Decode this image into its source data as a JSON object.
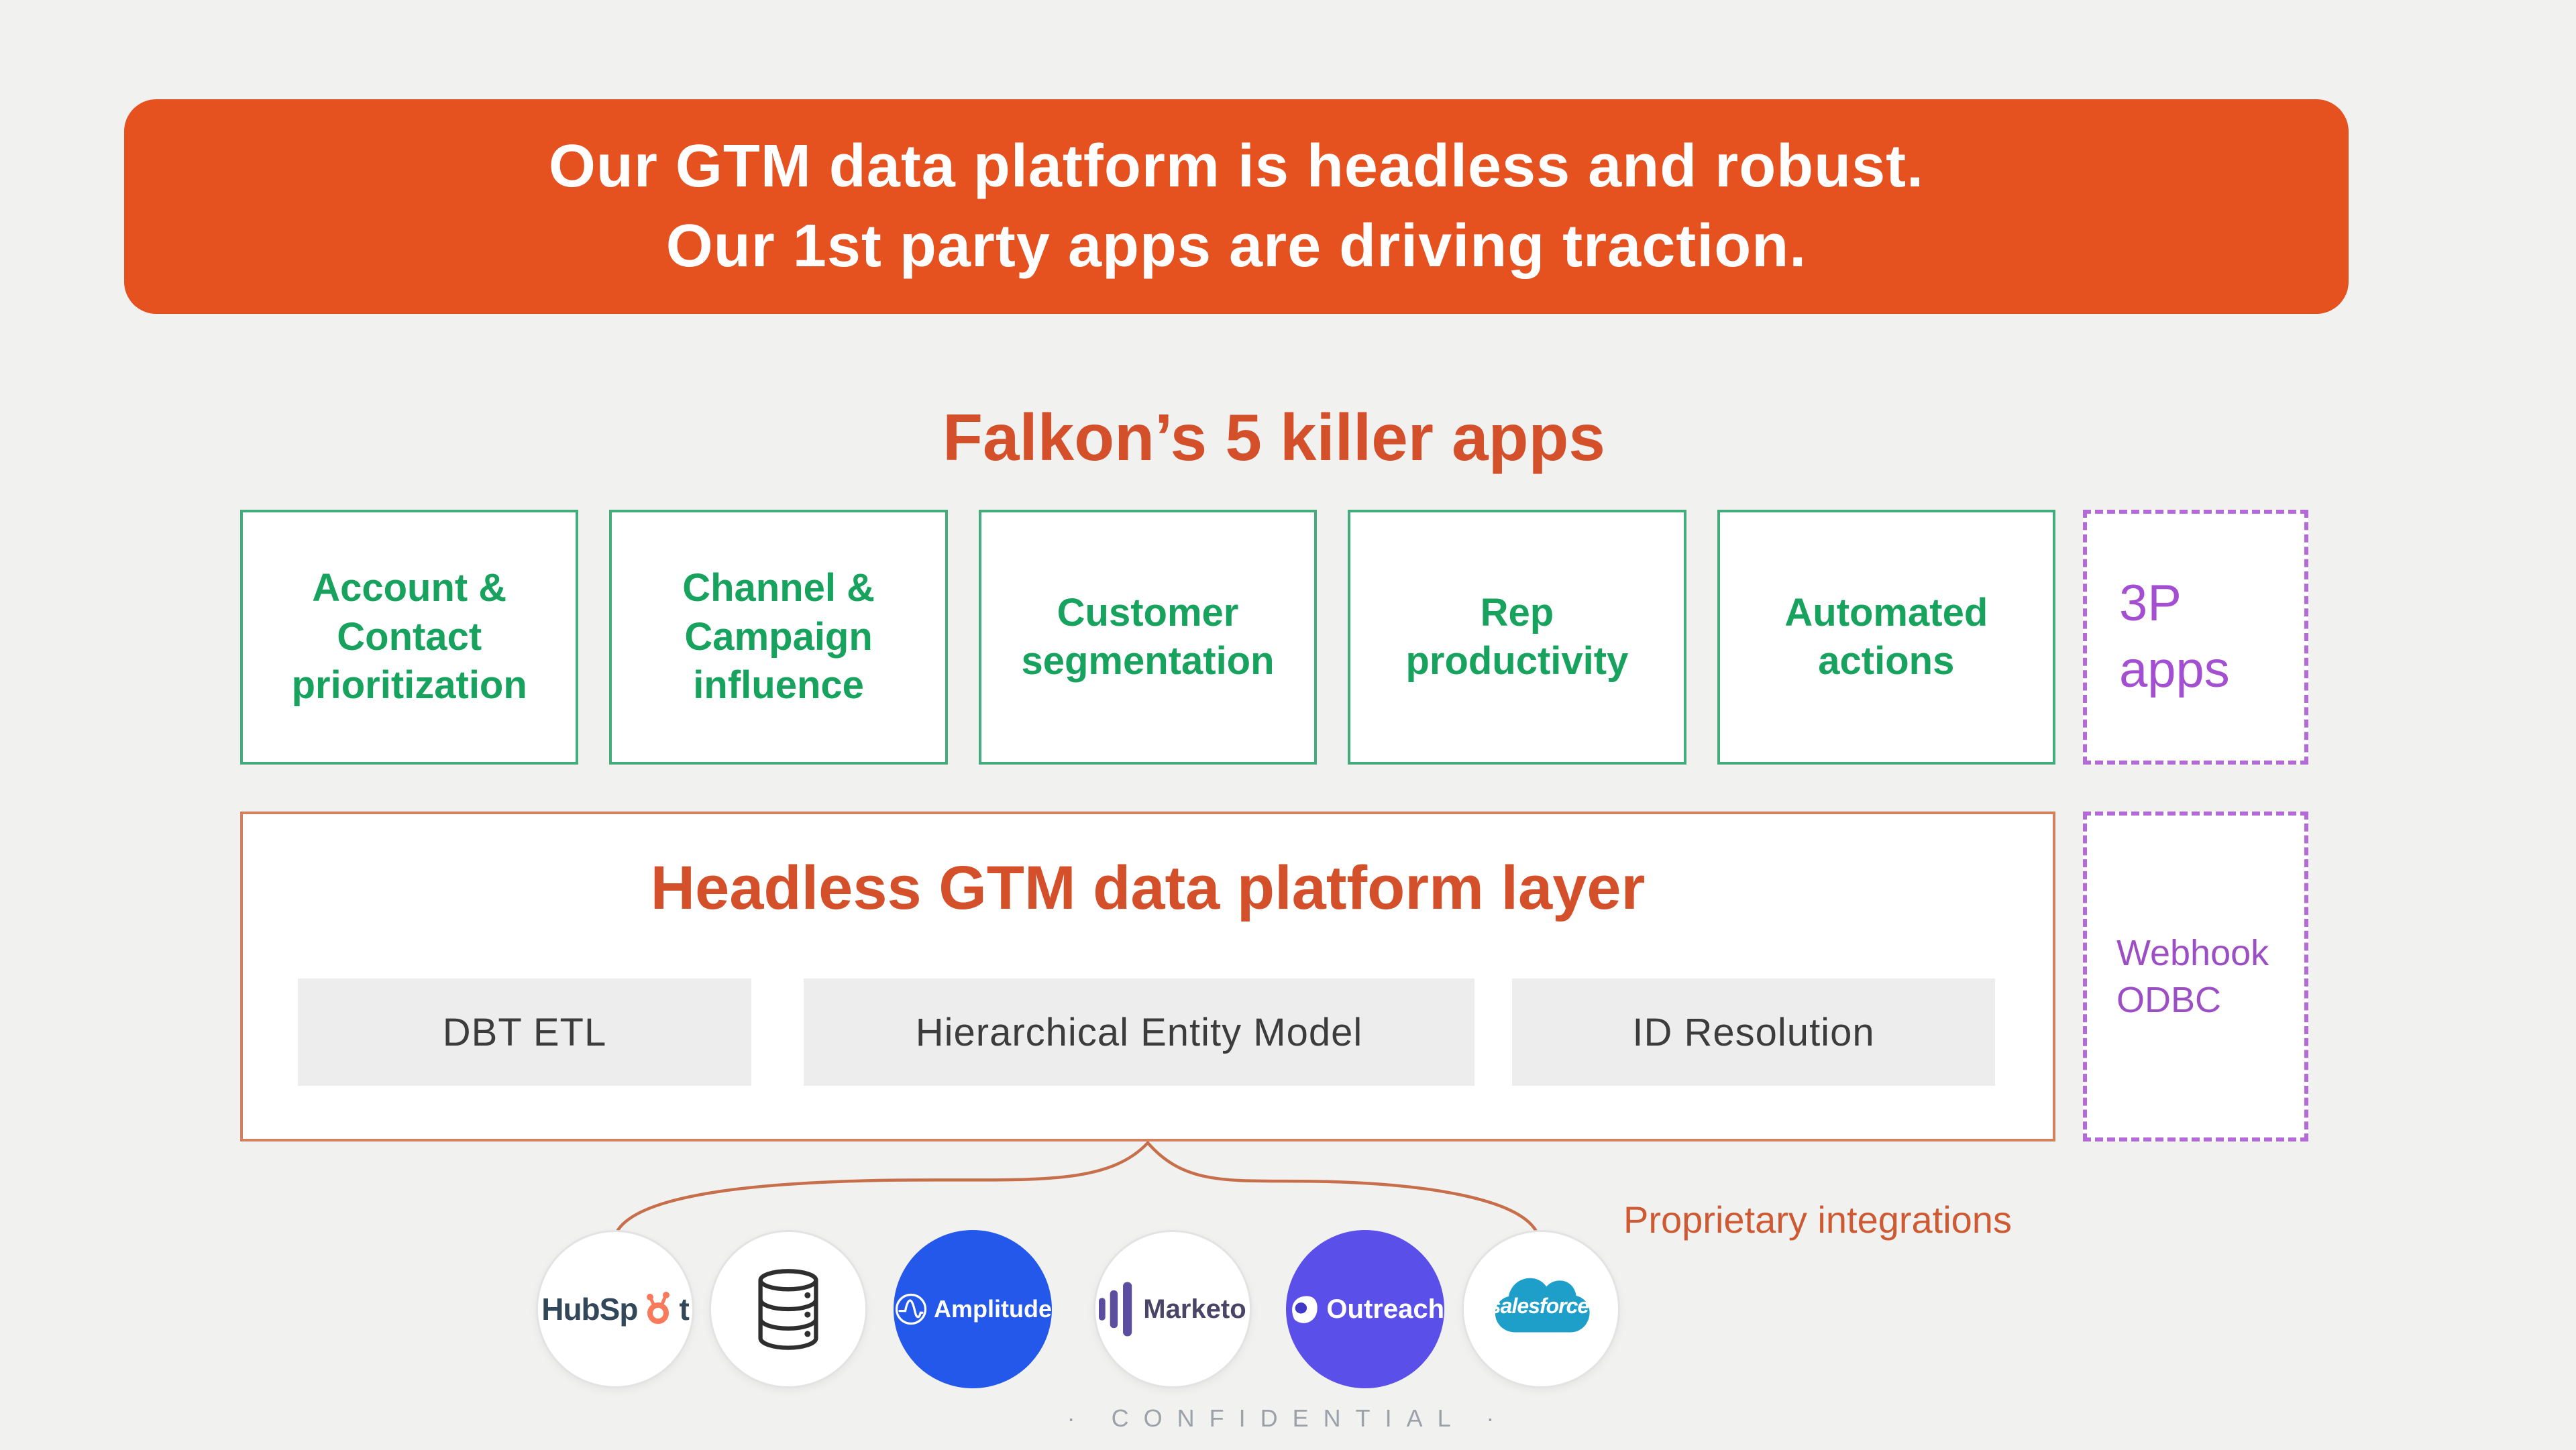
{
  "slide": {
    "banner": {
      "text": "Our GTM data platform is headless and robust.\nOur 1st party apps are driving traction."
    },
    "apps_section": {
      "title": "Falkon’s 5 killer apps",
      "apps": [
        {
          "label": "Account &\nContact\nprioritization"
        },
        {
          "label": "Channel &\nCampaign\ninfluence"
        },
        {
          "label": "Customer\nsegmentation"
        },
        {
          "label": "Rep\nproductivity"
        },
        {
          "label": "Automated\nactions"
        }
      ],
      "third_party_label": "3P\napps"
    },
    "platform_section": {
      "title": "Headless GTM data platform layer",
      "components": [
        {
          "label": "DBT ETL"
        },
        {
          "label": "Hierarchical Entity Model"
        },
        {
          "label": "ID Resolution"
        }
      ],
      "webhook_label": "Webhook\nODBC"
    },
    "integrations": {
      "caption": "Proprietary integrations",
      "logos": {
        "hubspot": {
          "prefix": "HubSp",
          "suffix": "t"
        },
        "amplitude": {
          "label": "Amplitude"
        },
        "marketo": {
          "label": "Marketo"
        },
        "outreach": {
          "label": "Outreach"
        },
        "salesforce": {
          "label": "salesforce"
        }
      }
    },
    "footer": {
      "confidential": "· CONFIDENTIAL ·"
    }
  },
  "icons": {
    "hubspot_sprocket": "hubspot-sprocket-icon",
    "database": "database-icon",
    "amplitude_wave": "amplitude-wave-icon",
    "marketo_bars": "marketo-bars-icon",
    "outreach_seal": "outreach-seal-icon",
    "salesforce_cloud": "salesforce-cloud-icon"
  },
  "colors": {
    "background": "#F1F1F0",
    "banner_bg": "#E5511F",
    "banner_text": "#FFFFFF",
    "heading_orange": "#D4502A",
    "app_green_text": "#17A25E",
    "app_green_border": "#43AB7C",
    "purple_text": "#A44FD1",
    "purple_dashed_border": "#B46BD9",
    "platform_border": "#D2805E",
    "component_bg": "#EDEDED",
    "component_text": "#3C3C3C",
    "brace_line": "#C76F4B",
    "integration_caption": "#CE5A33",
    "confidential_text": "#9BA2A9",
    "hubspot_navy": "#33475B",
    "hubspot_orange": "#F8795B",
    "amplitude_blue": "#2358EA",
    "marketo_purple": "#5C4D9E",
    "outreach_indigo": "#5B4FE9",
    "salesforce_teal": "#1E9FC9"
  }
}
